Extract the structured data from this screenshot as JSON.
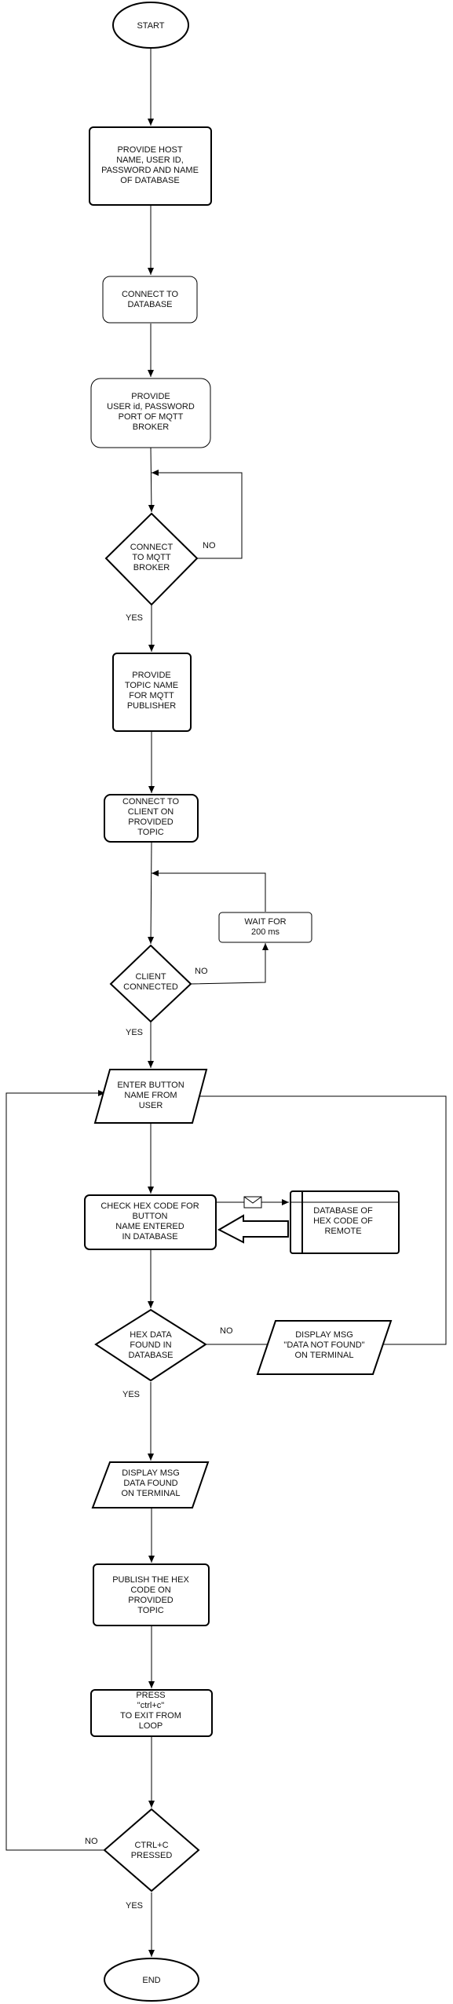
{
  "nodes": {
    "start": [
      "START"
    ],
    "provide_db": [
      "PROVIDE HOST",
      "NAME, USER ID,",
      "PASSWORD AND NAME",
      "OF DATABASE"
    ],
    "connect_db": [
      "CONNECT TO",
      "DATABASE"
    ],
    "provide_mqtt": [
      "PROVIDE",
      "USER id, PASSWORD",
      "PORT OF MQTT",
      "BROKER"
    ],
    "connect_mqtt": [
      "CONNECT",
      "TO MQTT",
      "BROKER"
    ],
    "provide_topic": [
      "PROVIDE",
      "TOPIC NAME",
      "FOR MQTT",
      "PUBLISHER"
    ],
    "connect_client": [
      "CONNECT TO",
      "CLIENT ON",
      "PROVIDED",
      "TOPIC"
    ],
    "wait": [
      "WAIT FOR",
      "200 ms"
    ],
    "client_connected": [
      "CLIENT",
      "CONNECTED"
    ],
    "enter_button": [
      "ENTER BUTTON",
      "NAME FROM",
      "USER"
    ],
    "check_hex": [
      "CHECK HEX CODE FOR",
      "BUTTON",
      "NAME ENTERED",
      "IN DATABASE"
    ],
    "database": [
      "DATABASE OF",
      "HEX CODE OF",
      "REMOTE"
    ],
    "hex_found": [
      "HEX DATA",
      "FOUND IN",
      "DATABASE"
    ],
    "not_found": [
      "DISPLAY MSG",
      "\"DATA NOT FOUND\"",
      "ON TERMINAL"
    ],
    "found": [
      "DISPLAY MSG",
      "DATA FOUND",
      "ON TERMINAL"
    ],
    "publish": [
      "PUBLISH THE HEX",
      "CODE ON",
      "PROVIDED",
      "TOPIC"
    ],
    "press": [
      "PRESS",
      "\"ctrl+c\"",
      "TO EXIT FROM",
      "LOOP"
    ],
    "ctrl_c": [
      "CTRL+C",
      "PRESSED"
    ],
    "end": [
      "END"
    ]
  },
  "edge_labels": {
    "mqtt_no": "NO",
    "mqtt_yes": "YES",
    "client_no": "NO",
    "client_yes": "YES",
    "hex_no": "NO",
    "hex_yes": "YES",
    "ctrl_no": "NO",
    "ctrl_yes": "YES"
  }
}
